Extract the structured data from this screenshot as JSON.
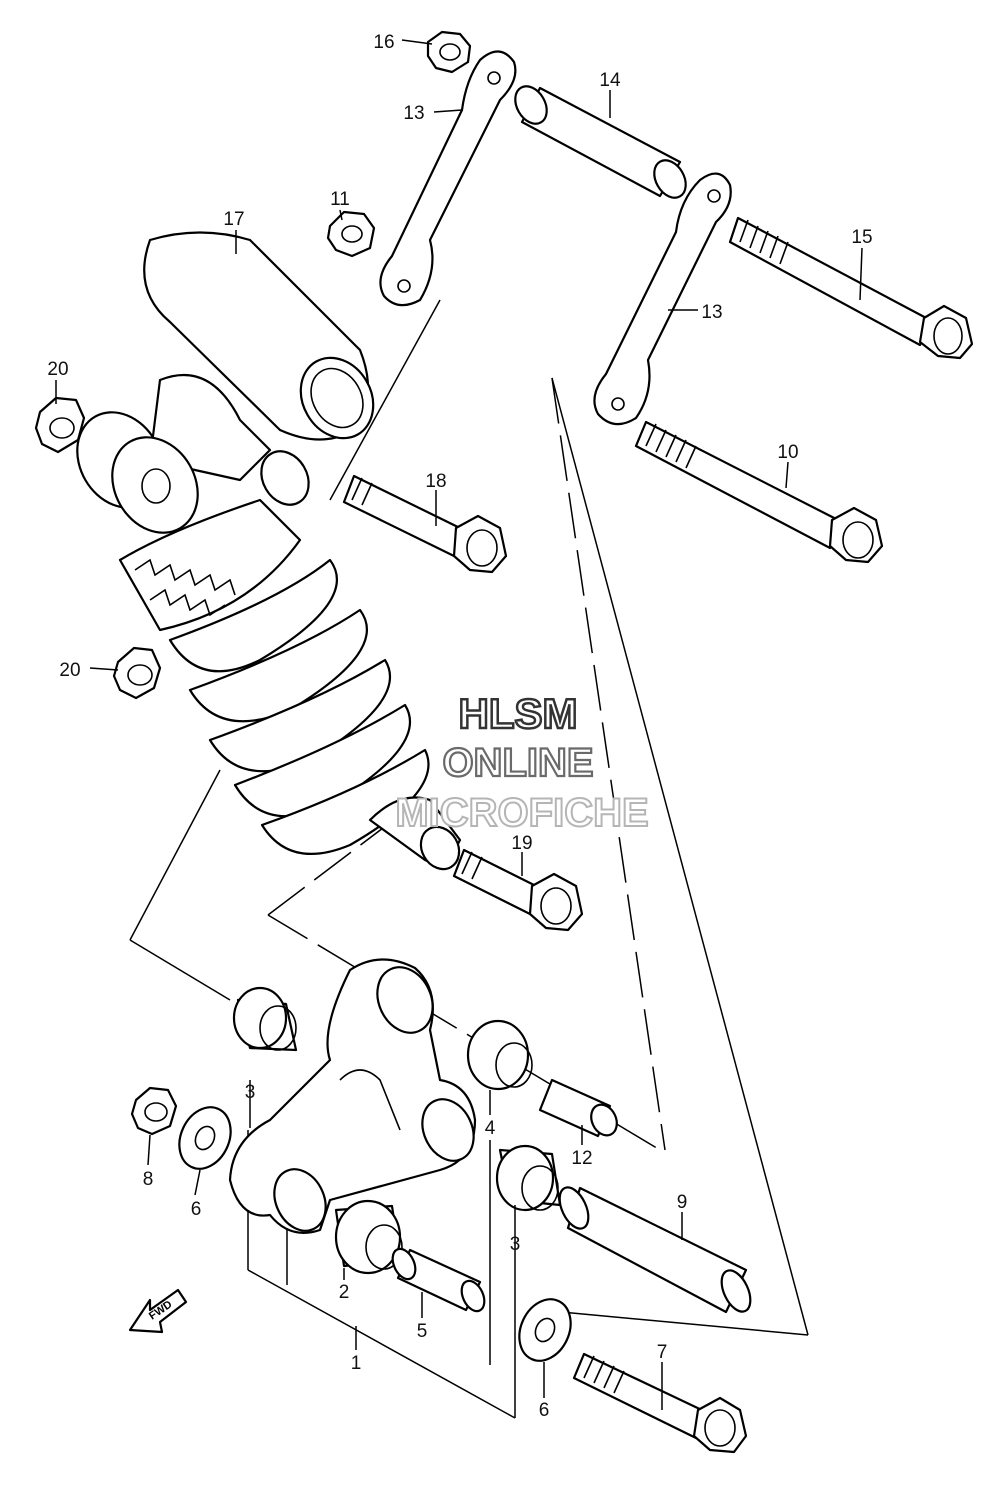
{
  "watermark": {
    "line1": "HLSM",
    "line2": "ONLINE",
    "line3": "MICROFICHE",
    "colors": [
      "#333333",
      "#6a6a6a",
      "#b5b5b5"
    ]
  },
  "fwd_label": "FWD",
  "callouts": [
    {
      "id": "c16a",
      "label": "16"
    },
    {
      "id": "c13a",
      "label": "13"
    },
    {
      "id": "c14",
      "label": "14"
    },
    {
      "id": "c11",
      "label": "11"
    },
    {
      "id": "c17",
      "label": "17"
    },
    {
      "id": "c15",
      "label": "15"
    },
    {
      "id": "c13b",
      "label": "13"
    },
    {
      "id": "c20a",
      "label": "20"
    },
    {
      "id": "c10",
      "label": "10"
    },
    {
      "id": "c18",
      "label": "18"
    },
    {
      "id": "c20b",
      "label": "20"
    },
    {
      "id": "c19",
      "label": "19"
    },
    {
      "id": "c3a",
      "label": "3"
    },
    {
      "id": "c4",
      "label": "4"
    },
    {
      "id": "c12",
      "label": "12"
    },
    {
      "id": "c8",
      "label": "8"
    },
    {
      "id": "c6a",
      "label": "6"
    },
    {
      "id": "c9",
      "label": "9"
    },
    {
      "id": "c3b",
      "label": "3"
    },
    {
      "id": "c2",
      "label": "2"
    },
    {
      "id": "c5",
      "label": "5"
    },
    {
      "id": "c1",
      "label": "1"
    },
    {
      "id": "c7",
      "label": "7"
    },
    {
      "id": "c6b",
      "label": "6"
    }
  ]
}
